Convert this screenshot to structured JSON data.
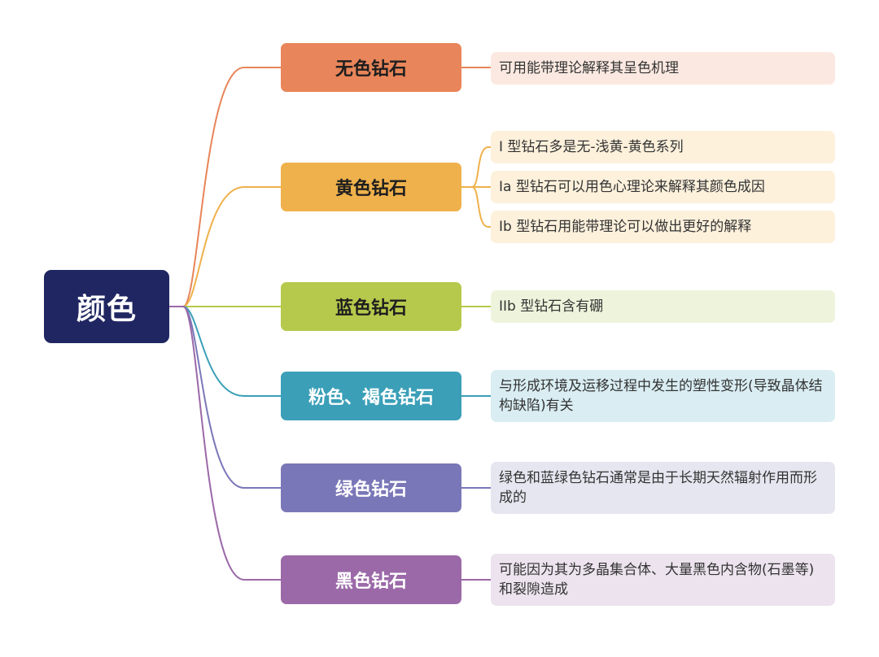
{
  "root": {
    "label": "颜色"
  },
  "branches": [
    {
      "label": "无色钻石",
      "color": "#e8855a",
      "leaf_bg": "#fbe9e1",
      "items": [
        "可用能带理论解释其呈色机理"
      ]
    },
    {
      "label": "黄色钻石",
      "color": "#efb14c",
      "leaf_bg": "#fdf1dc",
      "items": [
        "Ⅰ 型钻石多是无-浅黄-黄色系列",
        "Ia 型钻石可以用色心理论来解释其颜色成因",
        "Ib 型钻石用能带理论可以做出更好的解释"
      ]
    },
    {
      "label": "蓝色钻石",
      "color": "#b6c94c",
      "leaf_bg": "#eef4dc",
      "items": [
        "IIb 型钻石含有硼"
      ]
    },
    {
      "label": "粉色、褐色钻石",
      "color": "#3b9fb8",
      "leaf_bg": "#d9edf2",
      "items": [
        "与形成环境及运移过程中发生的塑性变形(导致晶体结构缺陷)有关"
      ]
    },
    {
      "label": "绿色钻石",
      "color": "#7a77b8",
      "leaf_bg": "#e6e6f0",
      "items": [
        "绿色和蓝绿色钻石通常是由于长期天然辐射作用而形成的"
      ]
    },
    {
      "label": "黑色钻石",
      "color": "#9b69a8",
      "leaf_bg": "#ece3ee",
      "items": [
        "可能因为其为多晶集合体、大量黑色内含物(石墨等)和裂隙造成"
      ]
    }
  ]
}
